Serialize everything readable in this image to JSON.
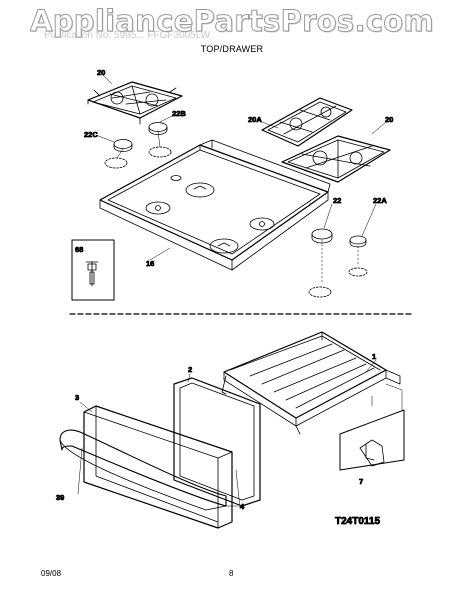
{
  "watermark": "AppliancePartsPros.com",
  "header": {
    "faint_text": "Publication No. 5995... FFGF3005LW",
    "section_title": "TOP/DRAWER"
  },
  "callouts": {
    "grate_left": "20",
    "cap_right_small": "22B",
    "cap_left": "22C",
    "grate_mid": "20A",
    "grate_right": "20",
    "cap_mid": "22",
    "cap_far_right": "22A",
    "cooktop": "16",
    "orifice_box": "68",
    "drawer_frame": "1",
    "drawer_liner": "2",
    "drawer_panel": "3",
    "handle": "39",
    "drawer_back": "4",
    "clip_box": "7"
  },
  "diagram_code": "T24T0115",
  "footer": {
    "date": "09/08",
    "page": "8"
  }
}
